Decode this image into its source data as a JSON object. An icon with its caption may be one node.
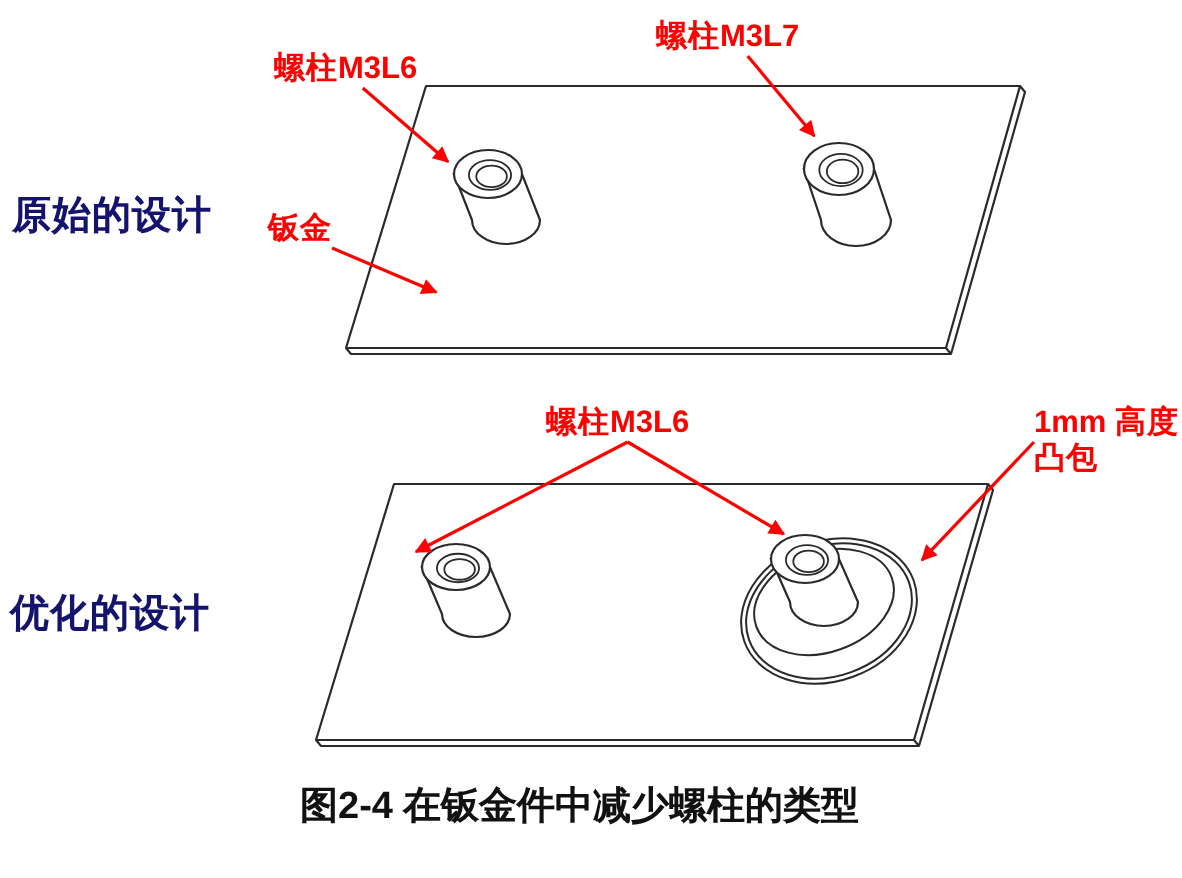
{
  "diagram": {
    "caption": "图2-4 在钣金件中减少螺柱的类型",
    "nodes": [
      {
        "text": [
          "螺柱M3L6"
        ]
      },
      {
        "text": [
          "螺柱M3L7"
        ]
      },
      {
        "text": [],
        "shape": "plate"
      },
      {
        "text": [],
        "shape": "cylinder",
        "in": 2
      },
      {
        "text": [],
        "shape": "cylinder",
        "in": 2
      },
      {
        "text": [
          "钣金"
        ]
      },
      {
        "text": [
          "螺柱M3L6"
        ]
      },
      {
        "text": [
          "1mm 高度凸包"
        ]
      },
      {
        "text": [],
        "shape": "plate"
      },
      {
        "text": [],
        "shape": "cylinder",
        "in": 8
      },
      {
        "text": [],
        "shape": "ellipse",
        "in": 8
      },
      {
        "text": [],
        "shape": "cylinder",
        "in": 10
      }
    ],
    "edges": [
      {
        "from": 0,
        "to": 3,
        "arrow": "to"
      },
      {
        "from": 1,
        "to": 4,
        "arrow": "to"
      },
      {
        "from": 5,
        "to": 2,
        "arrow": "to"
      },
      {
        "from": 6,
        "to": 9,
        "arrow": "to"
      },
      {
        "from": 6,
        "to": 11,
        "arrow": "to"
      },
      {
        "from": 7,
        "to": 10,
        "arrow": "to"
      }
    ],
    "labels": [
      "原始的设计",
      "优化的设计"
    ]
  }
}
